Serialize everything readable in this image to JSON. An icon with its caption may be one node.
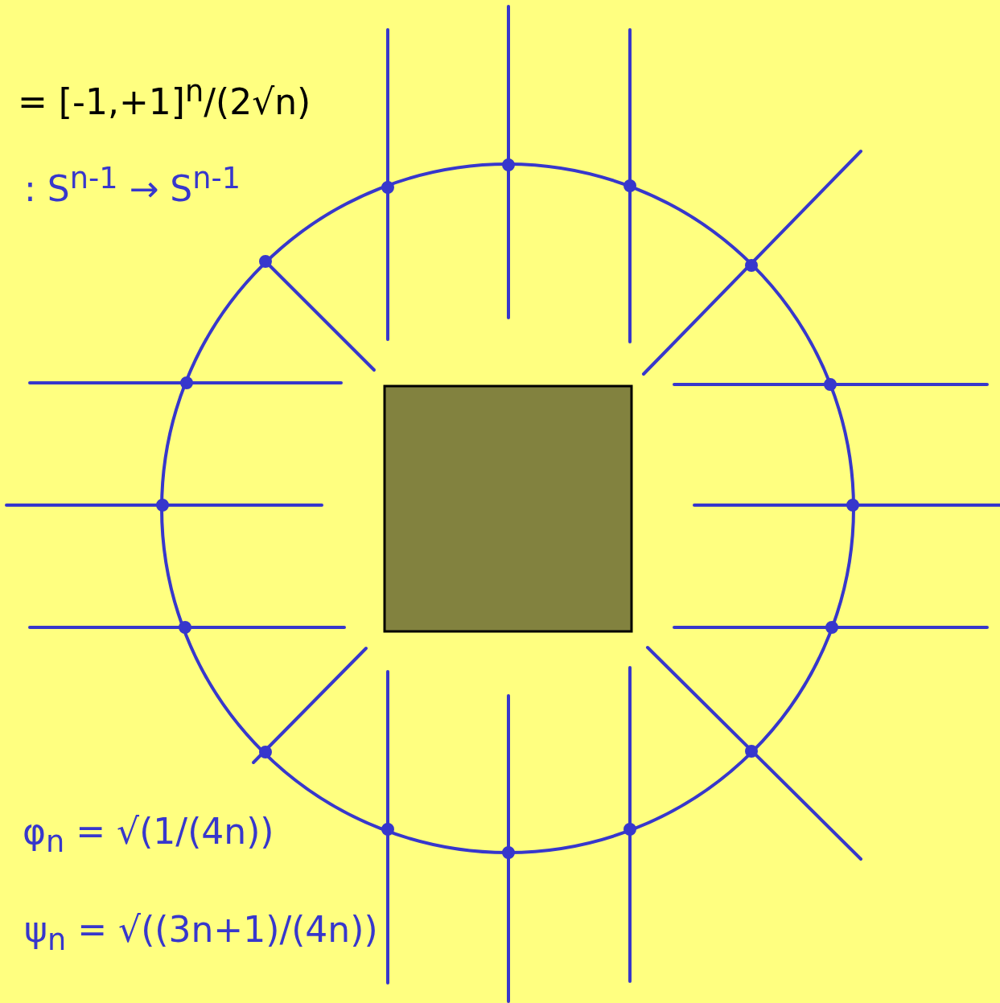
{
  "diagram": {
    "labels": [
      "= [-1,+1]$^{n}$/(2√n)",
      ": S$^{n-1}$ → S$^{n-1}$",
      "φ$_{n}$ = √(1/(4n))",
      "ψ$_{n}$ = √((3n+1)/(4n))"
    ]
  }
}
